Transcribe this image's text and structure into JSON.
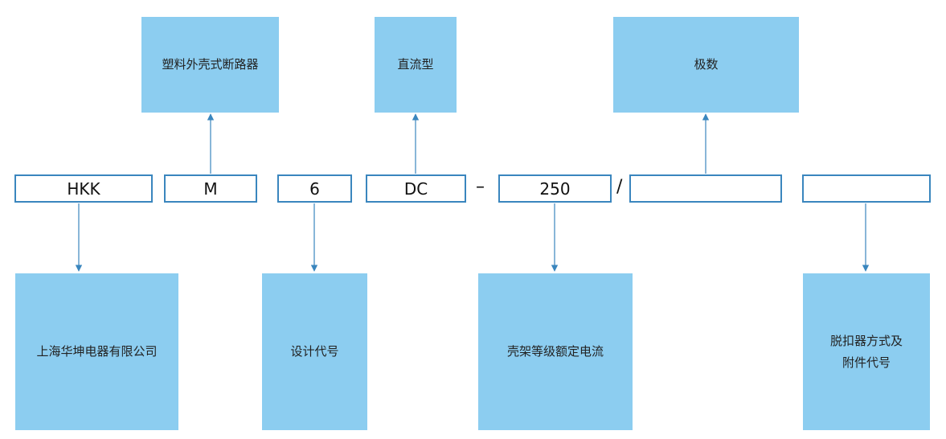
{
  "colors": {
    "box_fill": "#8ccdf0",
    "box_border": "#3a86be",
    "arrow": "#3a86be"
  },
  "codes": {
    "brand": "HKK",
    "type": "M",
    "design": "6",
    "current_kind": "DC",
    "dash": "–",
    "frame_current": "250",
    "slash": "/",
    "poles": "",
    "release": ""
  },
  "descriptions": {
    "molded_case": "塑料外壳式断路器",
    "direct_current": "直流型",
    "poles": "极数",
    "company": "上海华坤电器有限公司",
    "design_code": "设计代号",
    "frame_rating": "壳架等级额定电流",
    "release_accessory": "脱扣器方式及\n附件代号"
  }
}
